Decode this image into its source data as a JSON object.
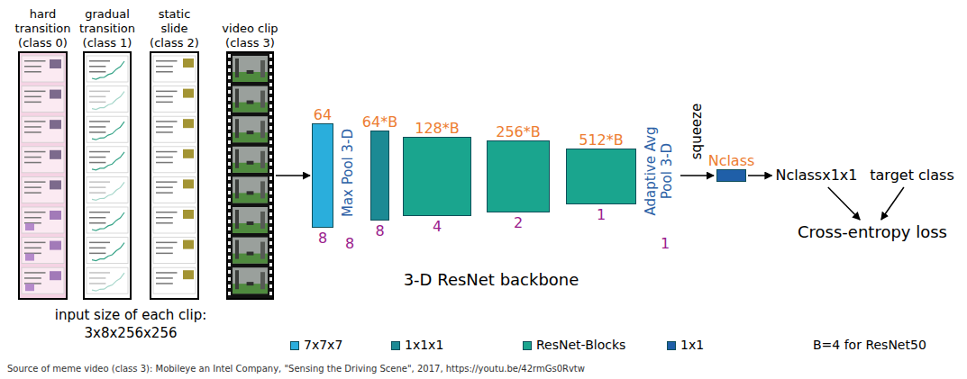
{
  "diagram": {
    "nodes": [
      {
        "text": [
          "hard transition (class 0)"
        ]
      },
      {
        "text": [
          "gradual transition (class 1)"
        ]
      },
      {
        "text": [
          "static slide (class 2)"
        ]
      },
      {
        "text": [
          "video clip (class 3)"
        ]
      },
      {
        "text": [
          "64",
          "8"
        ]
      },
      {
        "text": [
          "64*B",
          "8"
        ]
      },
      {
        "text": [
          "128*B",
          "4"
        ]
      },
      {
        "text": [
          "256*B",
          "2"
        ]
      },
      {
        "text": [
          "512*B",
          "1"
        ]
      },
      {
        "text": [
          "Nclass"
        ]
      },
      {
        "text": [
          "Nclassx1x1"
        ]
      },
      {
        "text": [
          "target class"
        ]
      },
      {
        "text": [
          "Cross-entropy loss"
        ]
      }
    ],
    "edges": [
      {
        "from": 3,
        "to": 4,
        "arrow": "to"
      },
      {
        "from": 9,
        "to": 10,
        "arrow": "to"
      },
      {
        "from": 10,
        "to": 12,
        "arrow": "to"
      },
      {
        "from": 11,
        "to": 12,
        "arrow": "to"
      }
    ],
    "labels": [
      "input size of each clip: 3x8x256x256",
      "Max Pool 3-D",
      "8",
      "Adaptive Avg Pool 3-D",
      "1",
      "squeeze",
      "3-D ResNet backbone",
      "B=4 for ResNet50",
      "Source of meme video (class 3): Mobileye an Intel Company, \"Sensing the Driving Scene\", 2017, https://youtu.be/42rmGs0Rvtw"
    ],
    "legend": [
      {
        "text": "7x7x7",
        "color": "#2aaedc"
      },
      {
        "text": "1x1x1",
        "color": "#1c8a94"
      },
      {
        "text": "ResNet-Blocks",
        "color": "#1aa58e"
      },
      {
        "text": "1x1",
        "color": "#1f5fa8"
      }
    ]
  }
}
